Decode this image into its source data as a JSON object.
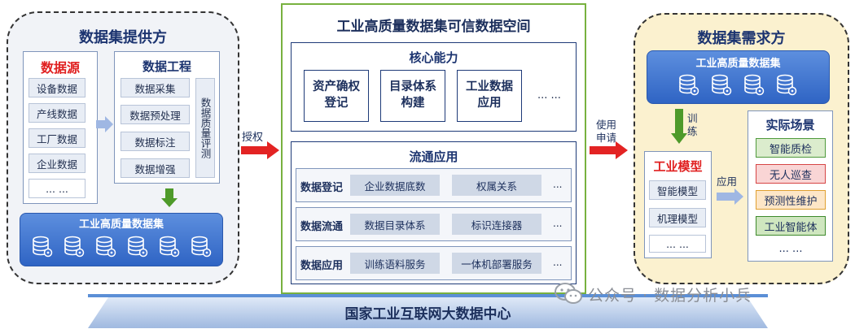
{
  "center_title": "工业高质量数据集可信数据空间",
  "platform_title": "国家工业互联网大数据中心",
  "provider": {
    "title": "数据集提供方",
    "source": {
      "title": "数据源",
      "items": [
        "设备数据",
        "产线数据",
        "工厂数据",
        "企业数据",
        "... ..."
      ]
    },
    "engineering": {
      "title": "数据工程",
      "items": [
        "数据采集",
        "数据预处理",
        "数据标注",
        "数据增强"
      ],
      "side_label": "数据质量评测"
    },
    "dataset_bar": {
      "title": "工业高质量数据集",
      "icon_count": 6
    }
  },
  "auth_label": "授权",
  "apply_label": "使用申请",
  "core": {
    "title": "核心能力",
    "items": [
      "资产确权登记",
      "目录体系构建",
      "工业数据应用"
    ],
    "more": "... ..."
  },
  "circulation": {
    "title": "流通应用",
    "rows": [
      {
        "label": "数据登记",
        "items": [
          "企业数据底数",
          "权属关系"
        ],
        "more": "..."
      },
      {
        "label": "数据流通",
        "items": [
          "数据目录体系",
          "标识连接器"
        ],
        "more": "..."
      },
      {
        "label": "数据应用",
        "items": [
          "训练语料服务",
          "一体机部署服务"
        ],
        "more": "..."
      }
    ]
  },
  "demander": {
    "title": "数据集需求方",
    "dataset_bar": {
      "title": "工业高质量数据集",
      "icon_count": 4
    },
    "train_label": "训练",
    "model": {
      "title": "工业模型",
      "items": [
        "智能模型",
        "机理模型",
        "... ..."
      ]
    },
    "apply_label": "应用",
    "scenes": {
      "title": "实际场景",
      "items": [
        {
          "label": "智能质检",
          "color": "#dbeccd",
          "border": "#4f9a3c"
        },
        {
          "label": "无人巡查",
          "color": "#f9d5d5",
          "border": "#d64545"
        },
        {
          "label": "预测性维护",
          "color": "#fde6c7",
          "border": "#e0a030"
        },
        {
          "label": "工业智能体",
          "color": "#cfe6bf",
          "border": "#3e8a2c"
        },
        {
          "label": "... ...",
          "color": "#ffffff",
          "border": "#ffffff"
        }
      ]
    }
  },
  "watermark": "公众号 · 数据分析小兵",
  "colors": {
    "accent_green": "#78b13f",
    "arrow_red": "#e32323",
    "arrow_blue": "#9fb7e3",
    "arrow_green": "#4e9a2a"
  }
}
